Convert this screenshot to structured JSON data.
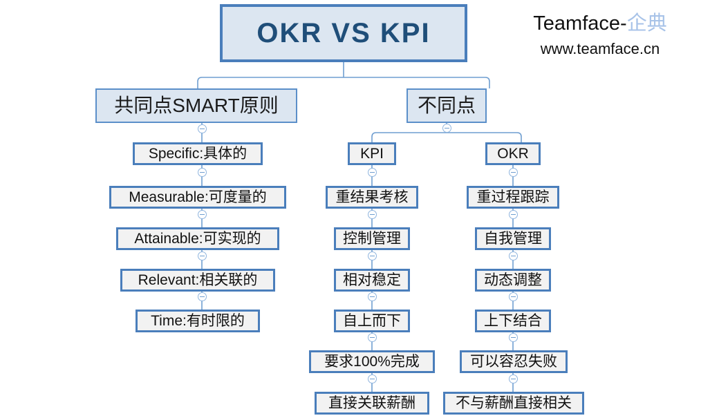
{
  "brand": {
    "name_en": "Teamface-",
    "name_cn": "企典",
    "website": "www.teamface.cn"
  },
  "diagram": {
    "type": "tree",
    "root": {
      "label": "OKR  VS  KPI"
    },
    "branches": [
      {
        "id": "common",
        "label": "共同点SMART原则",
        "items": [
          "Specific:具体的",
          "Measurable:可度量的",
          "Attainable:可实现的",
          "Relevant:相关联的",
          "Time:有时限的"
        ]
      },
      {
        "id": "different",
        "label": "不同点",
        "columns": [
          {
            "id": "kpi",
            "label": "KPI",
            "items": [
              "重结果考核",
              "控制管理",
              "相对稳定",
              "自上而下",
              "要求100%完成",
              "直接关联薪酬"
            ]
          },
          {
            "id": "okr",
            "label": "OKR",
            "items": [
              "重过程跟踪",
              "自我管理",
              "动态调整",
              "上下结合",
              "可以容忍失败",
              "不与薪酬直接相关"
            ]
          }
        ]
      }
    ]
  },
  "colors": {
    "root_fill": "#dce6f1",
    "root_border": "#4a7ebb",
    "root_text": "#1f4e79",
    "category_fill": "#dce6f1",
    "category_border": "#5b8fc9",
    "leaf_fill": "#f2f2f2",
    "leaf_border": "#4a7ebb",
    "connector": "#6f9ed0",
    "brand_accent": "#a8c3e8"
  }
}
